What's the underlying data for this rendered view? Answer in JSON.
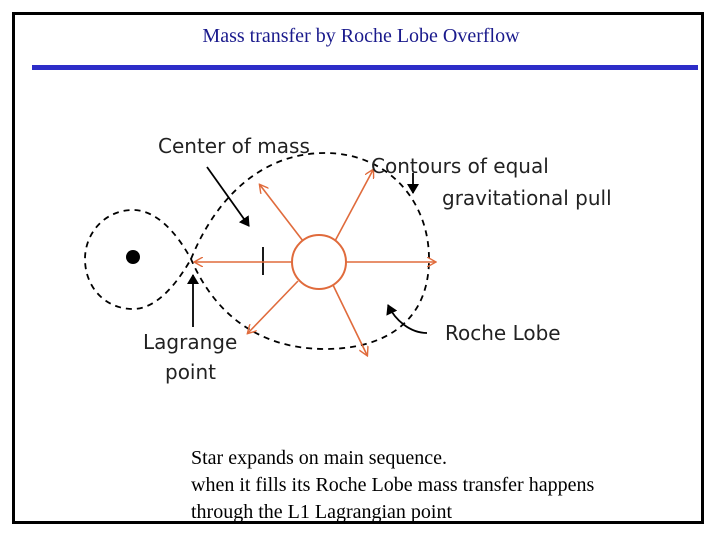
{
  "slide": {
    "title": "Mass transfer by Roche Lobe Overflow",
    "accent_color": "#2d2dc8",
    "title_color": "#1a1a8c"
  },
  "diagram": {
    "labels": {
      "center_of_mass": "Center of mass",
      "contours_line1": "Contours of equal",
      "contours_line2": "gravitational pull",
      "roche_lobe": "Roche Lobe",
      "lagrange_line1": "Lagrange",
      "lagrange_line2": "point"
    },
    "arrow_color": "#e06b3c"
  },
  "caption": {
    "line1": "Star expands on main sequence.",
    "line2": "when it fills its Roche Lobe mass transfer happens",
    "line3": "through the L1 Lagrangian point"
  }
}
